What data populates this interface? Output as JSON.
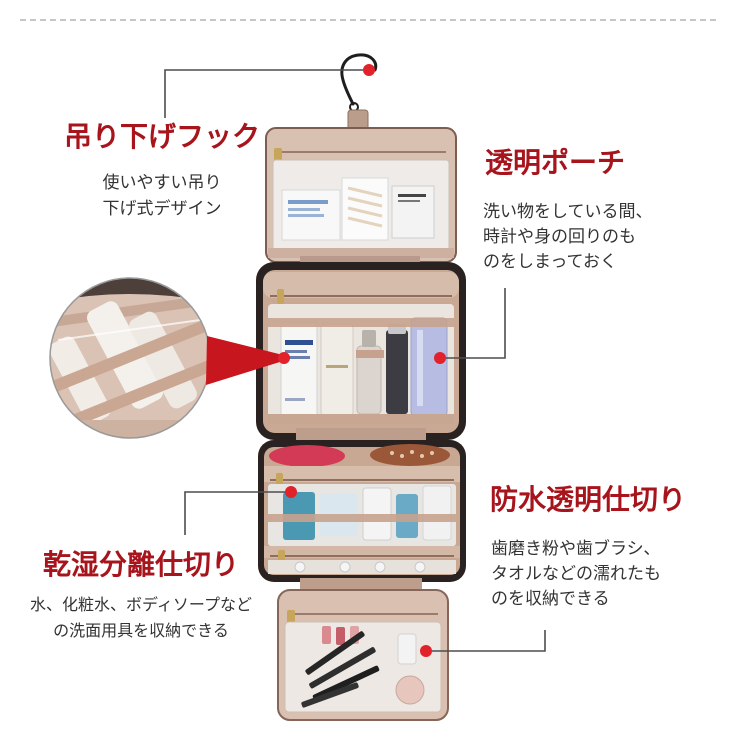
{
  "callouts": {
    "hook": {
      "title": "吊り下げフック",
      "lines": [
        "使いやすい吊り",
        "下げ式デザイン"
      ]
    },
    "pouch": {
      "title": "透明ポーチ",
      "lines": [
        "洗い物をしている間、",
        "時計や身の回りのも",
        "のをしまっておく"
      ]
    },
    "waterproof": {
      "title": "防水透明仕切り",
      "lines": [
        "歯磨き粉や歯ブラシ、",
        "タオルなどの濡れたも",
        "のを収納できる"
      ]
    },
    "drywet": {
      "title": "乾湿分離仕切り",
      "lines": [
        "水、化粧水、ボディソープなど",
        "の洗面用具を収納できる"
      ]
    }
  },
  "colors": {
    "heading": "#a7141c",
    "body_text": "#333333",
    "callout_dot": "#e1222b",
    "connector_line": "#4d4d4d",
    "lens_pointer": "#c8161e"
  }
}
